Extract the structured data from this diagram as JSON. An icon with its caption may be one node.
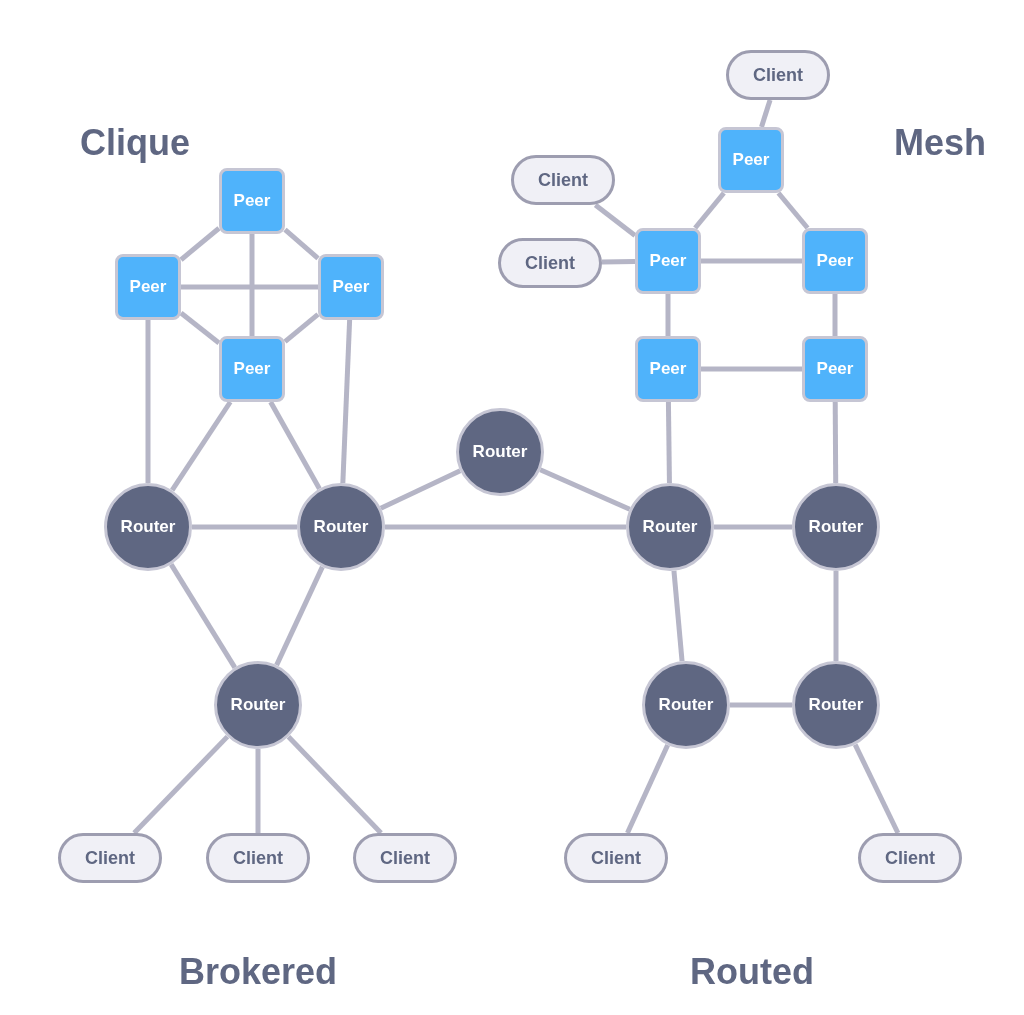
{
  "diagram": {
    "nodes": [
      {
        "text": [
          "Client"
        ]
      },
      {
        "text": [
          "Peer"
        ]
      },
      {
        "text": [
          "Client"
        ]
      },
      {
        "text": [
          "Peer"
        ]
      },
      {
        "text": [
          "Client"
        ]
      },
      {
        "text": [
          "Peer"
        ]
      },
      {
        "text": [
          "Peer"
        ]
      },
      {
        "text": [
          "Peer"
        ]
      },
      {
        "text": [
          "Peer"
        ]
      },
      {
        "text": [
          "Peer"
        ]
      },
      {
        "text": [
          "Peer"
        ]
      },
      {
        "text": [
          "Peer"
        ]
      },
      {
        "text": [
          "Router"
        ]
      },
      {
        "text": [
          "Router"
        ]
      },
      {
        "text": [
          "Router"
        ]
      },
      {
        "text": [
          "Router"
        ]
      },
      {
        "text": [
          "Router"
        ]
      },
      {
        "text": [
          "Router"
        ]
      },
      {
        "text": [
          "Router"
        ]
      },
      {
        "text": [
          "Router"
        ]
      },
      {
        "text": [
          "Client"
        ]
      },
      {
        "text": [
          "Client"
        ]
      },
      {
        "text": [
          "Client"
        ]
      },
      {
        "text": [
          "Client"
        ]
      },
      {
        "text": [
          "Client"
        ]
      }
    ],
    "edges": [
      {
        "from": 0,
        "to": 1,
        "arrow": "none"
      },
      {
        "from": 1,
        "to": 5,
        "arrow": "none"
      },
      {
        "from": 1,
        "to": 6,
        "arrow": "none"
      },
      {
        "from": 2,
        "to": 5,
        "arrow": "none"
      },
      {
        "from": 4,
        "to": 5,
        "arrow": "none"
      },
      {
        "from": 5,
        "to": 6,
        "arrow": "none"
      },
      {
        "from": 5,
        "to": 10,
        "arrow": "none"
      },
      {
        "from": 6,
        "to": 11,
        "arrow": "none"
      },
      {
        "from": 10,
        "to": 11,
        "arrow": "none"
      },
      {
        "from": 10,
        "to": 15,
        "arrow": "none"
      },
      {
        "from": 11,
        "to": 16,
        "arrow": "none"
      },
      {
        "from": 3,
        "to": 7,
        "arrow": "none"
      },
      {
        "from": 3,
        "to": 8,
        "arrow": "none"
      },
      {
        "from": 3,
        "to": 9,
        "arrow": "none"
      },
      {
        "from": 7,
        "to": 8,
        "arrow": "none"
      },
      {
        "from": 7,
        "to": 9,
        "arrow": "none"
      },
      {
        "from": 8,
        "to": 9,
        "arrow": "none"
      },
      {
        "from": 7,
        "to": 13,
        "arrow": "none"
      },
      {
        "from": 8,
        "to": 14,
        "arrow": "none"
      },
      {
        "from": 9,
        "to": 13,
        "arrow": "none"
      },
      {
        "from": 9,
        "to": 14,
        "arrow": "none"
      },
      {
        "from": 13,
        "to": 14,
        "arrow": "none"
      },
      {
        "from": 14,
        "to": 12,
        "arrow": "none"
      },
      {
        "from": 12,
        "to": 15,
        "arrow": "none"
      },
      {
        "from": 14,
        "to": 15,
        "arrow": "none"
      },
      {
        "from": 15,
        "to": 16,
        "arrow": "none"
      },
      {
        "from": 13,
        "to": 17,
        "arrow": "none"
      },
      {
        "from": 14,
        "to": 17,
        "arrow": "none"
      },
      {
        "from": 15,
        "to": 18,
        "arrow": "none"
      },
      {
        "from": 16,
        "to": 19,
        "arrow": "none"
      },
      {
        "from": 18,
        "to": 19,
        "arrow": "none"
      },
      {
        "from": 17,
        "to": 20,
        "arrow": "none"
      },
      {
        "from": 17,
        "to": 21,
        "arrow": "none"
      },
      {
        "from": 17,
        "to": 22,
        "arrow": "none"
      },
      {
        "from": 18,
        "to": 23,
        "arrow": "none"
      },
      {
        "from": 19,
        "to": 24,
        "arrow": "none"
      }
    ],
    "labels": [
      "Clique",
      "Mesh",
      "Brokered",
      "Routed"
    ]
  }
}
